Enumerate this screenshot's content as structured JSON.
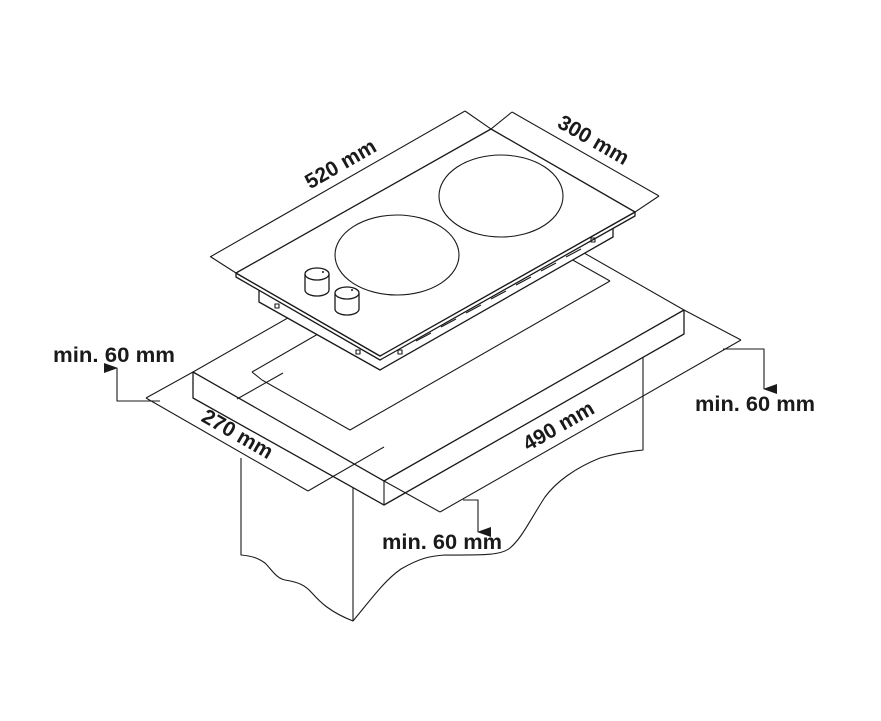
{
  "title": "Built-in hob installation dimensions",
  "colors": {
    "line": "#1a1a1a",
    "background": "#ffffff"
  },
  "dimensions": {
    "hob_width": "520 mm",
    "hob_depth": "300 mm",
    "cutout_depth": "270 mm",
    "cutout_width": "490 mm",
    "clearance_left": "min. 60 mm",
    "clearance_right": "min. 60 mm",
    "clearance_front": "min. 60 mm"
  }
}
